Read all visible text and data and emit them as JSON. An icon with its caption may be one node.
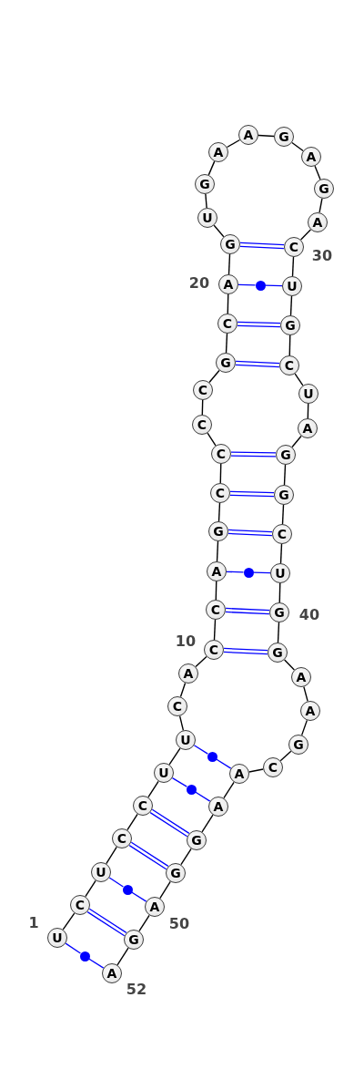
{
  "diagram": {
    "nodes": [
      {
        "text": [
          "U"
        ]
      },
      {
        "text": [
          "C"
        ]
      },
      {
        "text": [
          "U"
        ]
      },
      {
        "text": [
          "C"
        ]
      },
      {
        "text": [
          "C"
        ]
      },
      {
        "text": [
          "U"
        ]
      },
      {
        "text": [
          "U"
        ]
      },
      {
        "text": [
          "C"
        ]
      },
      {
        "text": [
          "A"
        ]
      },
      {
        "text": [
          "C"
        ]
      },
      {
        "text": [
          "C"
        ]
      },
      {
        "text": [
          "A"
        ]
      },
      {
        "text": [
          "G"
        ]
      },
      {
        "text": [
          "C"
        ]
      },
      {
        "text": [
          "C"
        ]
      },
      {
        "text": [
          "C"
        ]
      },
      {
        "text": [
          "C"
        ]
      },
      {
        "text": [
          "G"
        ]
      },
      {
        "text": [
          "C"
        ]
      },
      {
        "text": [
          "A"
        ]
      },
      {
        "text": [
          "G"
        ]
      },
      {
        "text": [
          "U"
        ]
      },
      {
        "text": [
          "G"
        ]
      },
      {
        "text": [
          "A"
        ]
      },
      {
        "text": [
          "A"
        ]
      },
      {
        "text": [
          "G"
        ]
      },
      {
        "text": [
          "A"
        ]
      },
      {
        "text": [
          "G"
        ]
      },
      {
        "text": [
          "A"
        ]
      },
      {
        "text": [
          "C"
        ]
      },
      {
        "text": [
          "U"
        ]
      },
      {
        "text": [
          "G"
        ]
      },
      {
        "text": [
          "C"
        ]
      },
      {
        "text": [
          "U"
        ]
      },
      {
        "text": [
          "A"
        ]
      },
      {
        "text": [
          "G"
        ]
      },
      {
        "text": [
          "G"
        ]
      },
      {
        "text": [
          "C"
        ]
      },
      {
        "text": [
          "U"
        ]
      },
      {
        "text": [
          "G"
        ]
      },
      {
        "text": [
          "G"
        ]
      },
      {
        "text": [
          "A"
        ]
      },
      {
        "text": [
          "A"
        ]
      },
      {
        "text": [
          "G"
        ]
      },
      {
        "text": [
          "C"
        ]
      },
      {
        "text": [
          "A"
        ]
      },
      {
        "text": [
          "A"
        ]
      },
      {
        "text": [
          "G"
        ]
      },
      {
        "text": [
          "G"
        ]
      },
      {
        "text": [
          "A"
        ]
      },
      {
        "text": [
          "G"
        ]
      },
      {
        "text": [
          "A"
        ]
      },
      {
        "text": [],
        "shape": "circle"
      },
      {
        "text": [],
        "shape": "circle"
      },
      {
        "text": [],
        "shape": "circle"
      },
      {
        "text": [],
        "shape": "circle"
      },
      {
        "text": [],
        "shape": "circle"
      },
      {
        "text": [],
        "shape": "circle"
      }
    ],
    "edges": [
      {
        "from": 0,
        "to": 1,
        "arrow": "none"
      },
      {
        "from": 1,
        "to": 2,
        "arrow": "none"
      },
      {
        "from": 2,
        "to": 3,
        "arrow": "none"
      },
      {
        "from": 3,
        "to": 4,
        "arrow": "none"
      },
      {
        "from": 4,
        "to": 5,
        "arrow": "none"
      },
      {
        "from": 5,
        "to": 6,
        "arrow": "none"
      },
      {
        "from": 6,
        "to": 7,
        "arrow": "none"
      },
      {
        "from": 7,
        "to": 8,
        "arrow": "none"
      },
      {
        "from": 8,
        "to": 9,
        "arrow": "none"
      },
      {
        "from": 9,
        "to": 10,
        "arrow": "none"
      },
      {
        "from": 10,
        "to": 11,
        "arrow": "none"
      },
      {
        "from": 11,
        "to": 12,
        "arrow": "none"
      },
      {
        "from": 12,
        "to": 13,
        "arrow": "none"
      },
      {
        "from": 13,
        "to": 14,
        "arrow": "none"
      },
      {
        "from": 14,
        "to": 15,
        "arrow": "none"
      },
      {
        "from": 15,
        "to": 16,
        "arrow": "none"
      },
      {
        "from": 16,
        "to": 17,
        "arrow": "none"
      },
      {
        "from": 17,
        "to": 18,
        "arrow": "none"
      },
      {
        "from": 18,
        "to": 19,
        "arrow": "none"
      },
      {
        "from": 19,
        "to": 20,
        "arrow": "none"
      },
      {
        "from": 20,
        "to": 21,
        "arrow": "none"
      },
      {
        "from": 21,
        "to": 22,
        "arrow": "none"
      },
      {
        "from": 22,
        "to": 23,
        "arrow": "none"
      },
      {
        "from": 23,
        "to": 24,
        "arrow": "none"
      },
      {
        "from": 24,
        "to": 25,
        "arrow": "none"
      },
      {
        "from": 25,
        "to": 26,
        "arrow": "none"
      },
      {
        "from": 26,
        "to": 27,
        "arrow": "none"
      },
      {
        "from": 27,
        "to": 28,
        "arrow": "none"
      },
      {
        "from": 28,
        "to": 29,
        "arrow": "none"
      },
      {
        "from": 29,
        "to": 30,
        "arrow": "none"
      },
      {
        "from": 30,
        "to": 31,
        "arrow": "none"
      },
      {
        "from": 31,
        "to": 32,
        "arrow": "none"
      },
      {
        "from": 32,
        "to": 33,
        "arrow": "none"
      },
      {
        "from": 33,
        "to": 34,
        "arrow": "none"
      },
      {
        "from": 34,
        "to": 35,
        "arrow": "none"
      },
      {
        "from": 35,
        "to": 36,
        "arrow": "none"
      },
      {
        "from": 36,
        "to": 37,
        "arrow": "none"
      },
      {
        "from": 37,
        "to": 38,
        "arrow": "none"
      },
      {
        "from": 38,
        "to": 39,
        "arrow": "none"
      },
      {
        "from": 39,
        "to": 40,
        "arrow": "none"
      },
      {
        "from": 40,
        "to": 41,
        "arrow": "none"
      },
      {
        "from": 41,
        "to": 42,
        "arrow": "none"
      },
      {
        "from": 42,
        "to": 43,
        "arrow": "none"
      },
      {
        "from": 43,
        "to": 44,
        "arrow": "none"
      },
      {
        "from": 44,
        "to": 45,
        "arrow": "none"
      },
      {
        "from": 45,
        "to": 46,
        "arrow": "none"
      },
      {
        "from": 46,
        "to": 47,
        "arrow": "none"
      },
      {
        "from": 47,
        "to": 48,
        "arrow": "none"
      },
      {
        "from": 48,
        "to": 49,
        "arrow": "none"
      },
      {
        "from": 49,
        "to": 50,
        "arrow": "none"
      },
      {
        "from": 50,
        "to": 51,
        "arrow": "none"
      },
      {
        "from": 0,
        "to": 57,
        "arrow": "none",
        "color": "#0000ff"
      },
      {
        "from": 57,
        "to": 51,
        "arrow": "none",
        "color": "#0000ff"
      },
      {
        "from": 1,
        "to": 50,
        "arrow": "none",
        "color": "#0000ff"
      },
      {
        "from": 2,
        "to": 56,
        "arrow": "none",
        "color": "#0000ff"
      },
      {
        "from": 56,
        "to": 49,
        "arrow": "none",
        "color": "#0000ff"
      },
      {
        "from": 3,
        "to": 48,
        "arrow": "none",
        "color": "#0000ff"
      },
      {
        "from": 4,
        "to": 47,
        "arrow": "none",
        "color": "#0000ff"
      },
      {
        "from": 5,
        "to": 55,
        "arrow": "none",
        "color": "#0000ff"
      },
      {
        "from": 55,
        "to": 46,
        "arrow": "none",
        "color": "#0000ff"
      },
      {
        "from": 6,
        "to": 54,
        "arrow": "none",
        "color": "#0000ff"
      },
      {
        "from": 54,
        "to": 45,
        "arrow": "none",
        "color": "#0000ff"
      },
      {
        "from": 9,
        "to": 40,
        "arrow": "none",
        "color": "#0000ff"
      },
      {
        "from": 10,
        "to": 39,
        "arrow": "none",
        "color": "#0000ff"
      },
      {
        "from": 11,
        "to": 53,
        "arrow": "none",
        "color": "#0000ff"
      },
      {
        "from": 53,
        "to": 38,
        "arrow": "none",
        "color": "#0000ff"
      },
      {
        "from": 12,
        "to": 37,
        "arrow": "none",
        "color": "#0000ff"
      },
      {
        "from": 13,
        "to": 36,
        "arrow": "none",
        "color": "#0000ff"
      },
      {
        "from": 14,
        "to": 35,
        "arrow": "none",
        "color": "#0000ff"
      },
      {
        "from": 17,
        "to": 32,
        "arrow": "none",
        "color": "#0000ff"
      },
      {
        "from": 18,
        "to": 31,
        "arrow": "none",
        "color": "#0000ff"
      },
      {
        "from": 19,
        "to": 52,
        "arrow": "none",
        "color": "#0000ff"
      },
      {
        "from": 52,
        "to": 30,
        "arrow": "none",
        "color": "#0000ff"
      },
      {
        "from": 20,
        "to": 29,
        "arrow": "none",
        "color": "#0000ff"
      }
    ],
    "labels": [
      "1",
      "10",
      "20",
      "30",
      "40",
      "50",
      "52"
    ]
  }
}
